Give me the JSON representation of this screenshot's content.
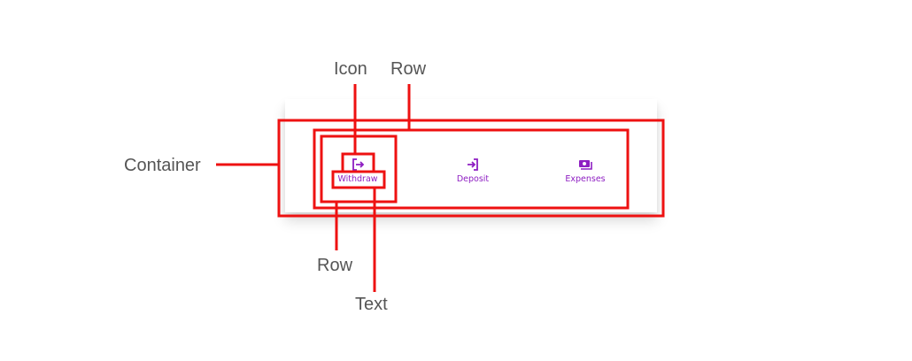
{
  "annotations": {
    "icon": "Icon",
    "row_top": "Row",
    "container": "Container",
    "row_bottom": "Row",
    "text": "Text"
  },
  "nav": {
    "items": [
      {
        "label": "Withdraw",
        "icon": "logout-arrow-icon"
      },
      {
        "label": "Deposit",
        "icon": "login-arrow-icon"
      },
      {
        "label": "Expenses",
        "icon": "wallet-cash-icon"
      }
    ]
  },
  "colors": {
    "annotation_red": "#ee1111",
    "accent_purple": "#8e1ec2",
    "label_gray": "#555555"
  }
}
